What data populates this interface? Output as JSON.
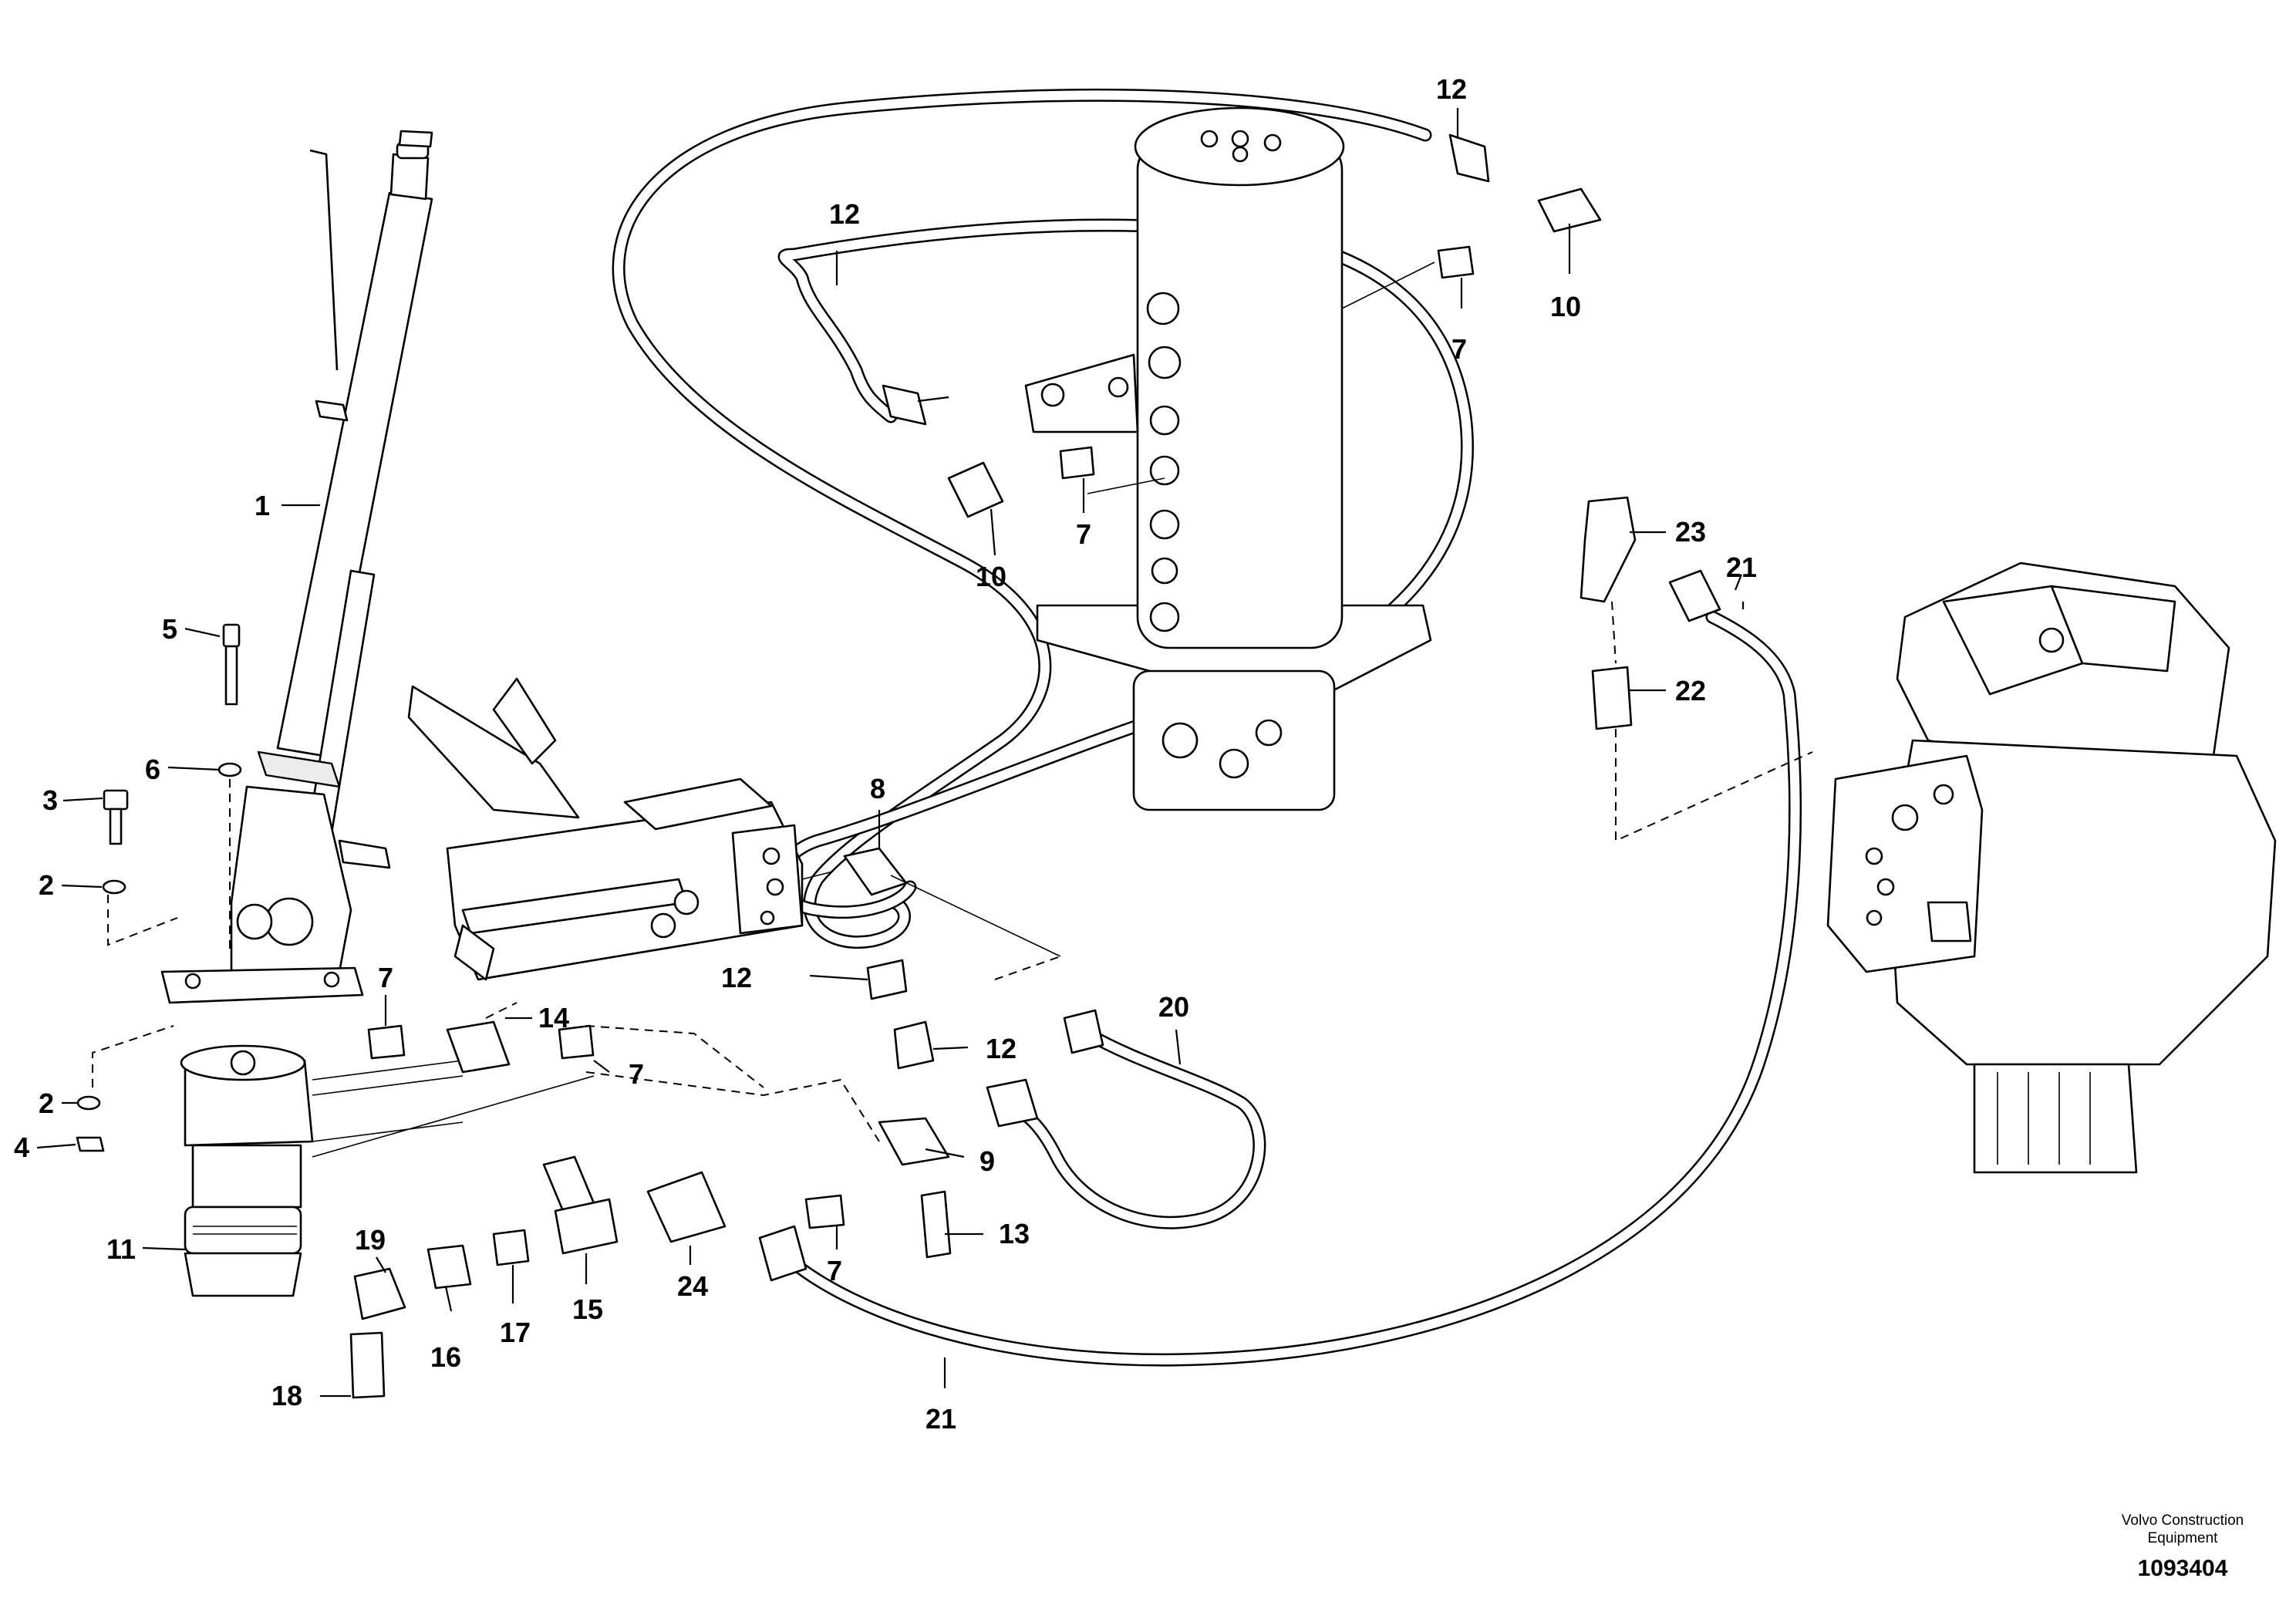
{
  "diagram": {
    "callouts": {
      "c1": "1",
      "c2a": "2",
      "c2b": "2",
      "c3": "3",
      "c4": "4",
      "c5": "5",
      "c6": "6",
      "c7a": "7",
      "c7b": "7",
      "c7c": "7",
      "c7d": "7",
      "c7e": "7",
      "c8": "8",
      "c9": "9",
      "c10a": "10",
      "c10b": "10",
      "c11": "11",
      "c12a": "12",
      "c12b": "12",
      "c12c": "12",
      "c12d": "12",
      "c13": "13",
      "c14": "14",
      "c15": "15",
      "c16": "16",
      "c17": "17",
      "c18": "18",
      "c19": "19",
      "c20": "20",
      "c21a": "21",
      "c21b": "21",
      "c22": "22",
      "c23": "23",
      "c24": "24"
    }
  },
  "footer": {
    "credit_line1": "Volvo Construction",
    "credit_line2": "Equipment",
    "drawing_number": "1093404"
  }
}
